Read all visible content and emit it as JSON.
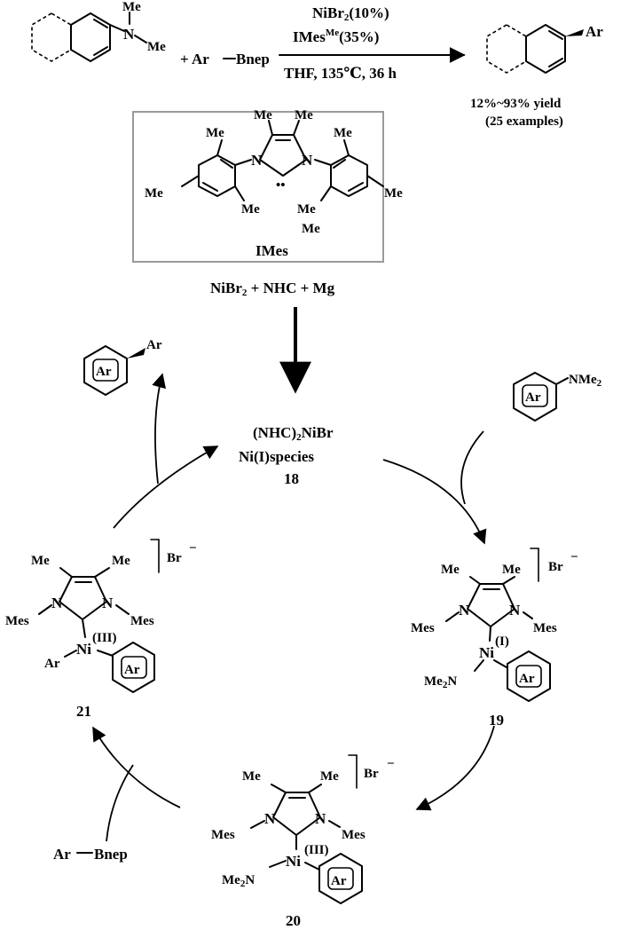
{
  "reaction": {
    "catalyst": "NiBr",
    "catalyst_sub": "2",
    "catalyst_load": "(10%)",
    "ligand": "IMes",
    "ligand_sup": "Me",
    "ligand_load": "(35%)",
    "conditions": "THF, 135℃, 36 h",
    "reagent_prefix": "+ Ar",
    "reagent_suffix": "Bnep",
    "product_ar": "Ar",
    "yield": "12%~93% yield",
    "examples": "(25 examples)",
    "start_me1": "Me",
    "start_n": "N",
    "start_me2": "Me"
  },
  "ligand_box": {
    "name": "IMes",
    "me_labels": [
      "Me",
      "Me",
      "Me",
      "Me",
      "Me",
      "Me",
      "Me",
      "Me",
      "Me"
    ],
    "n1": "N",
    "n2": "N",
    "carbene_dots": "••"
  },
  "activation": {
    "text_a": "NiBr",
    "text_a_sub": "2",
    "text_b": " + NHC + Mg"
  },
  "cycle": {
    "species18_line1a": "(NHC)",
    "species18_line1_sub": "2",
    "species18_line1b": "NiBr",
    "species18_line2": "Ni(I)species",
    "species18_number": "18",
    "product_ar_ring": "Ar",
    "product_ar_sub": "Ar",
    "amine_ring": "Ar",
    "amine_group": "NMe",
    "amine_group_sub": "2",
    "arylboronate_a": "Ar",
    "arylboronate_b": "Bnep"
  },
  "complexes": {
    "c19": {
      "number": "19",
      "me1": "Me",
      "me2": "Me",
      "mes1": "Mes",
      "mes2": "Mes",
      "n1": "N",
      "n2": "N",
      "counter": "Br",
      "charge": "−",
      "metal": "Ni",
      "ox": "(I)",
      "ligand_a": "Me",
      "ligand_sub": "2",
      "ligand_b": "N",
      "ring": "Ar"
    },
    "c20": {
      "number": "20",
      "me1": "Me",
      "me2": "Me",
      "mes1": "Mes",
      "mes2": "Mes",
      "n1": "N",
      "n2": "N",
      "counter": "Br",
      "charge": "−",
      "metal": "Ni",
      "ox": "(III)",
      "ligand_a": "Me",
      "ligand_sub": "2",
      "ligand_b": "N",
      "ring": "Ar"
    },
    "c21": {
      "number": "21",
      "me1": "Me",
      "me2": "Me",
      "mes1": "Mes",
      "mes2": "Mes",
      "n1": "N",
      "n2": "N",
      "counter": "Br",
      "charge": "−",
      "metal": "Ni",
      "ox": "(III)",
      "ligand": "Ar",
      "ring": "Ar"
    }
  }
}
